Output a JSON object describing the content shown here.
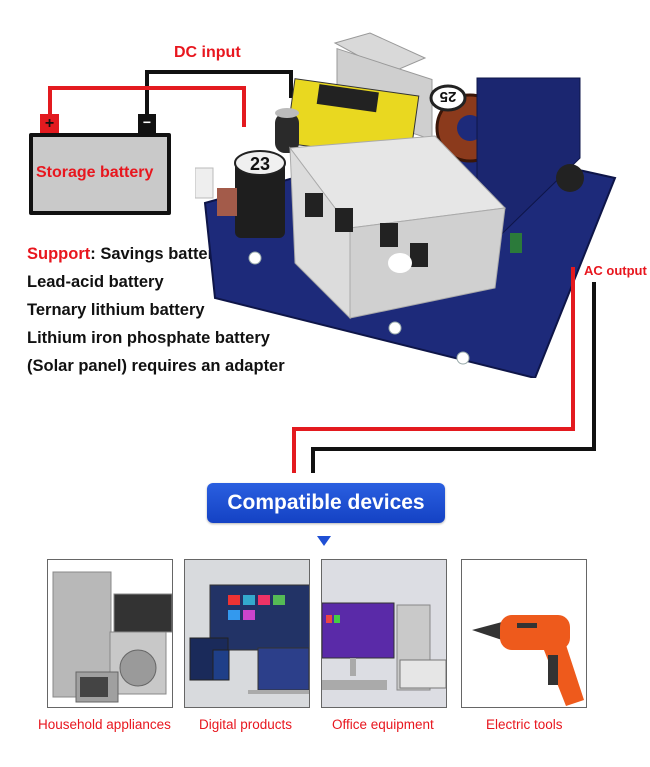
{
  "diagram": {
    "dc_input_label": "DC input",
    "ac_output_label": "AC output",
    "battery": {
      "label": "Storage battery",
      "positive_terminal": "+",
      "negative_terminal": "−"
    },
    "support": {
      "prefix": "Support",
      "first_line_rest": ": Savings battery",
      "lines": [
        "Lead-acid battery",
        "Ternary lithium battery",
        "Lithium iron phosphate battery",
        "(Solar panel) requires an adapter"
      ]
    },
    "pcb": {
      "capacitor_label_1": "23",
      "capacitor_label_2": "25"
    },
    "colors": {
      "positive_wire": "#e31a1f",
      "negative_wire": "#111111",
      "accent_text": "#e8161e",
      "badge_blue": "#1f4fd4",
      "pcb_blue": "#1d2a7a"
    }
  },
  "compatible": {
    "title": "Compatible devices",
    "devices": [
      {
        "label": "Household appliances",
        "icon": "household-appliances-image"
      },
      {
        "label": "Digital products",
        "icon": "digital-products-image"
      },
      {
        "label": "Office equipment",
        "icon": "office-equipment-image"
      },
      {
        "label": "Electric tools",
        "icon": "electric-drill-image"
      }
    ]
  }
}
